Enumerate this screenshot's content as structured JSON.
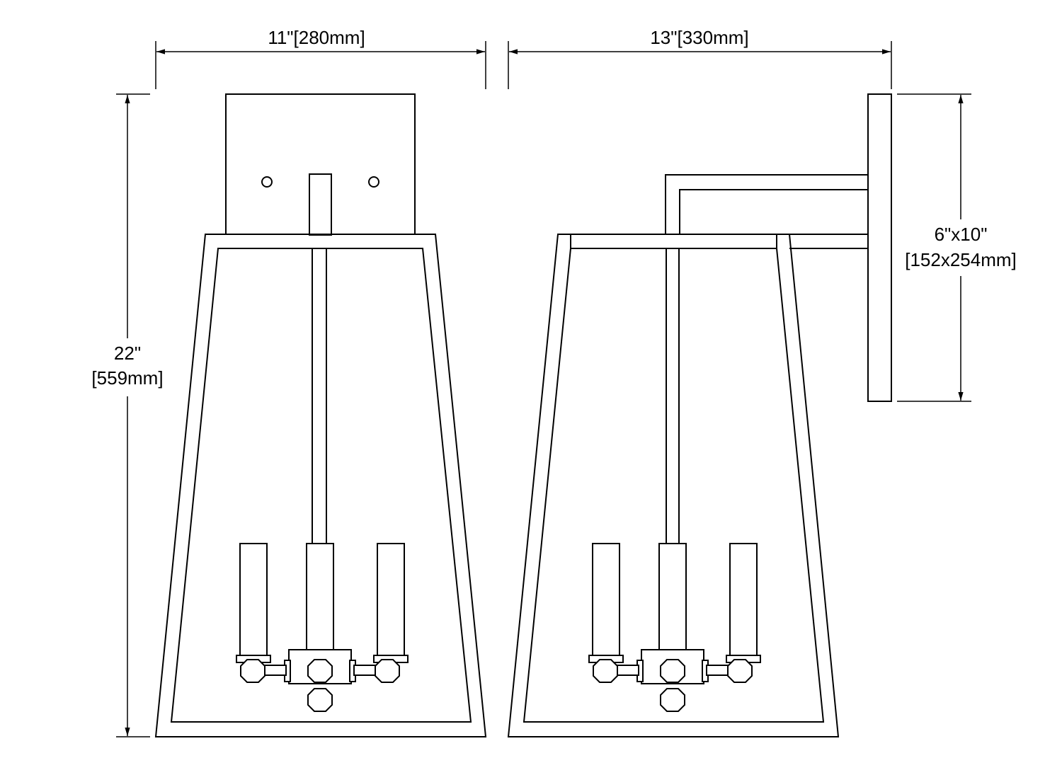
{
  "dimensions": {
    "front_width": "11\"[280mm]",
    "side_width": "13\"[330mm]",
    "height_inches": "22\"",
    "height_mm": "[559mm]",
    "backplate_inches": "6\"x10\"",
    "backplate_mm": "[152x254mm]"
  }
}
